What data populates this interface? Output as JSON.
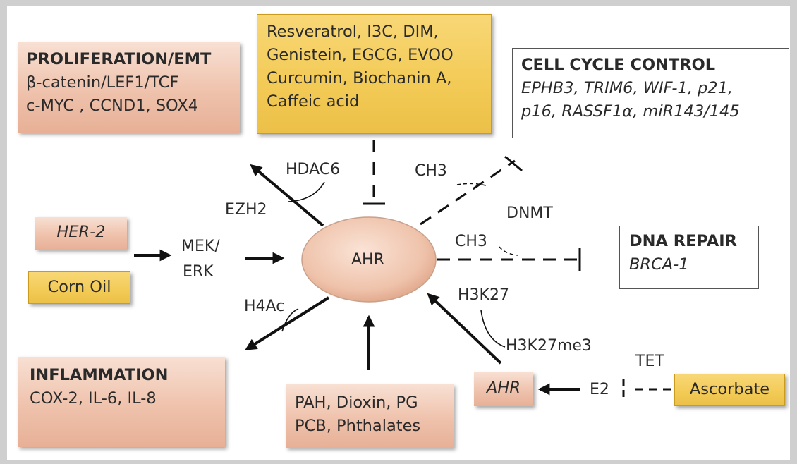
{
  "boxes": {
    "proliferation": {
      "title": "PROLIFERATION/EMT",
      "lines": [
        "β-catenin/LEF1/TCF",
        "c-MYC , CCND1, SOX4"
      ]
    },
    "polyphenols": {
      "lines": [
        "Resveratrol, I3C, DIM,",
        "Genistein, EGCG, EVOO",
        "Curcumin, Biochanin A,",
        "Caffeic acid"
      ]
    },
    "cell_cycle": {
      "title": "CELL CYCLE CONTROL",
      "lines": [
        "EPHB3, TRIM6, WIF-1, p21,",
        "p16, RASSF1α, miR143/145"
      ]
    },
    "her2": "HER-2",
    "corn_oil": "Corn Oil",
    "dna_repair": {
      "title": "DNA REPAIR",
      "lines": [
        "BRCA-1"
      ]
    },
    "inflammation": {
      "title": "INFLAMMATION",
      "lines": [
        "COX-2, IL-6, IL-8"
      ]
    },
    "pollutants": {
      "lines": [
        "PAH, Dioxin, PG",
        "PCB, Phthalates"
      ]
    },
    "ahr_gene": "AHR",
    "ascorbate": "Ascorbate"
  },
  "center": {
    "label": "AHR"
  },
  "labels": {
    "hdac6": "HDAC6",
    "ch3_top": "CH3",
    "ezh2": "EZH2",
    "dnmt": "DNMT",
    "mek": "MEK/",
    "erk": "ERK",
    "ch3_mid": "CH3",
    "h4ac": "H4Ac",
    "h3k27": "H3K27",
    "h3k27me3": "H3K27me3",
    "tet": "TET",
    "e2": "E2"
  },
  "colors": {
    "pink_box": "#efc2ac",
    "gold_box": "#f2ca55",
    "ellipse": "#efc3ab",
    "line": "#111111"
  }
}
